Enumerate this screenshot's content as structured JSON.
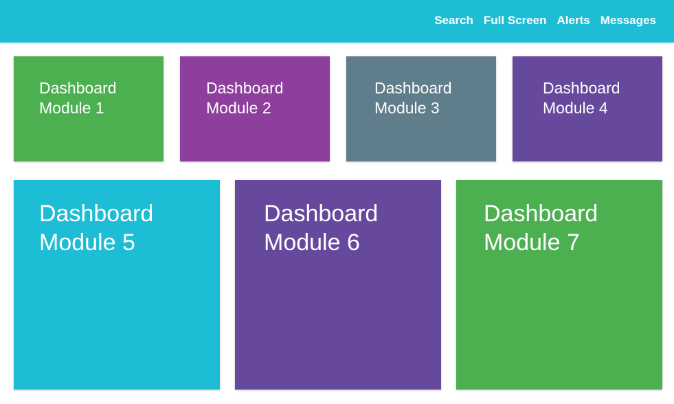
{
  "header": {
    "background": "#1ebdd6",
    "nav": [
      {
        "label": "Search"
      },
      {
        "label": "Full Screen"
      },
      {
        "label": "Alerts"
      },
      {
        "label": "Messages"
      }
    ]
  },
  "modules": [
    {
      "line1": "Dashboard",
      "line2": "Module 1",
      "color": "#4caf50"
    },
    {
      "line1": "Dashboard",
      "line2": "Module 2",
      "color": "#8e3e9c"
    },
    {
      "line1": "Dashboard",
      "line2": "Module 3",
      "color": "#607d8b"
    },
    {
      "line1": "Dashboard",
      "line2": "Module 4",
      "color": "#66499d"
    },
    {
      "line1": "Dashboard",
      "line2": "Module 5",
      "color": "#1ebdd6"
    },
    {
      "line1": "Dashboard",
      "line2": "Module 6",
      "color": "#66499d"
    },
    {
      "line1": "Dashboard",
      "line2": "Module 7",
      "color": "#4caf50"
    }
  ]
}
